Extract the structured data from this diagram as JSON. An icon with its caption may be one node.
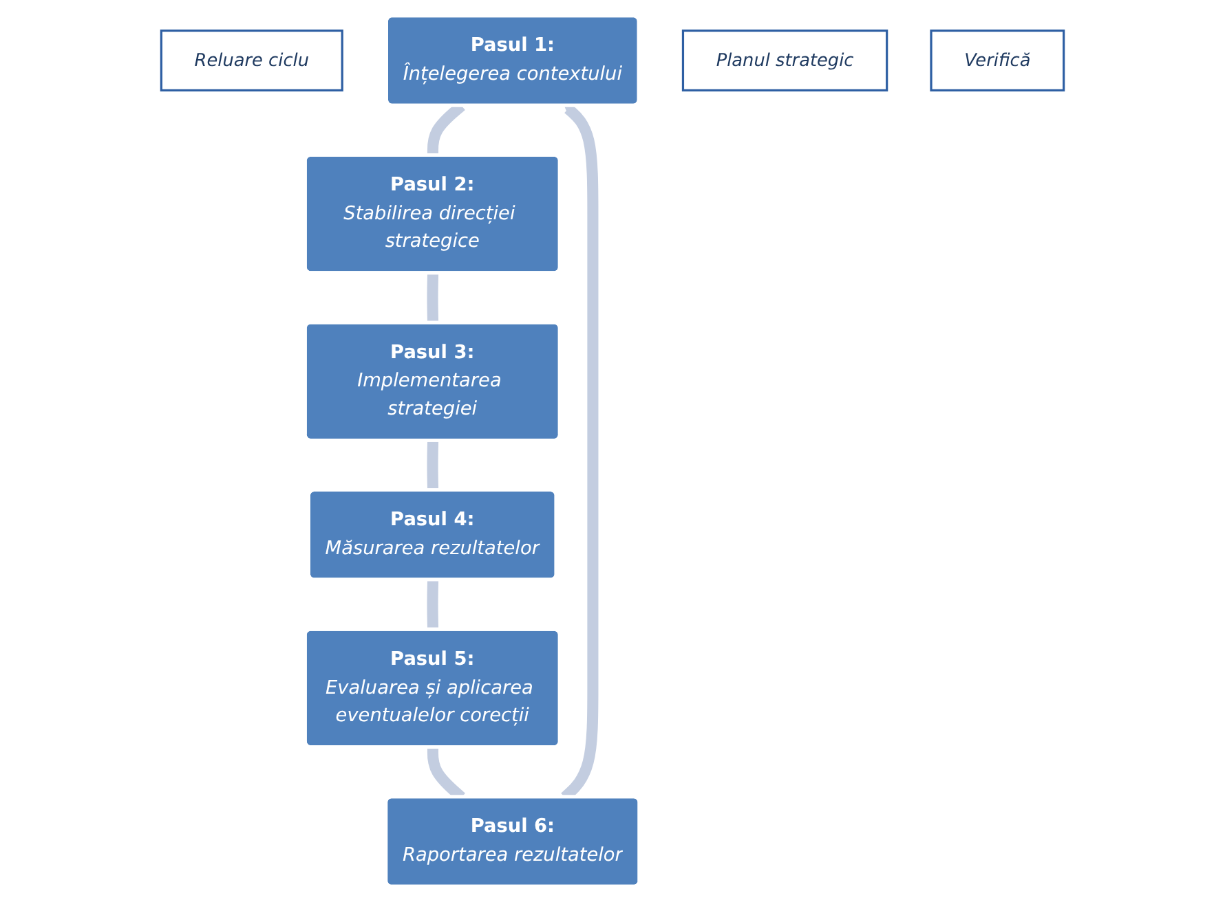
{
  "diagram": {
    "nodes": [
      {
        "text": [
          "Reluare ciclu"
        ]
      },
      {
        "text": [
          "Pasul 1:",
          "Înțelegerea contextului"
        ]
      },
      {
        "text": [
          "Planul strategic"
        ]
      },
      {
        "text": [
          "Pasul 6:",
          "Raportarea rezultatelor"
        ]
      },
      {
        "text": [
          "Pasul 2:",
          "Stabilirea direcției strategice"
        ]
      },
      {
        "text": [
          "Pasul 5:",
          "Evaluarea și aplicarea eventualelor corecții"
        ]
      },
      {
        "text": [
          "Pasul 3:",
          "Implementarea strategiei"
        ]
      },
      {
        "text": [
          "Verifică"
        ]
      },
      {
        "text": [
          "Pasul 4:",
          "Măsurarea rezultatelor"
        ]
      }
    ],
    "edges": [
      {
        "from": 1,
        "to": 4,
        "arrow": "none"
      },
      {
        "from": 4,
        "to": 6,
        "arrow": "none"
      },
      {
        "from": 6,
        "to": 8,
        "arrow": "none"
      },
      {
        "from": 8,
        "to": 5,
        "arrow": "none"
      },
      {
        "from": 5,
        "to": 3,
        "arrow": "none"
      },
      {
        "from": 3,
        "to": 1,
        "arrow": "to"
      }
    ]
  }
}
